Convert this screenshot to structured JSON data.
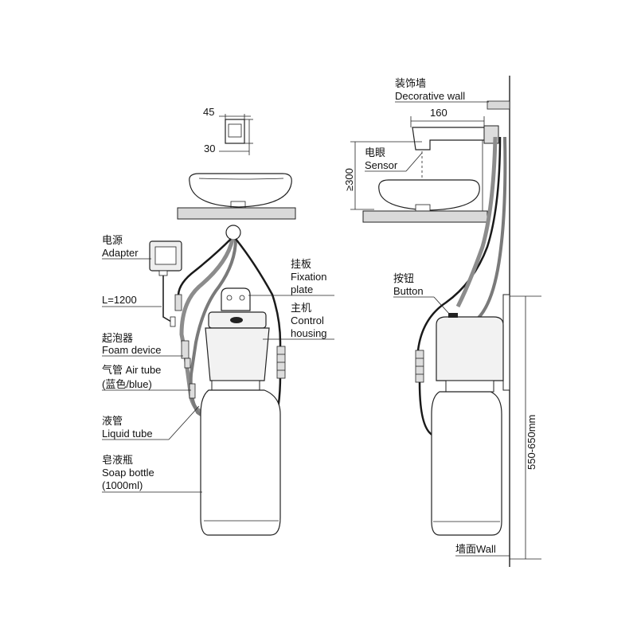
{
  "colors": {
    "ink": "#222222",
    "tube_gray": "#8c8c8c",
    "tube_dark": "#1a1a1a",
    "counter_fill": "#d9d9d9",
    "panel_fill": "#f2f2f2"
  },
  "top_detail": {
    "dim_width": "45",
    "dim_height": "30"
  },
  "left_labels": {
    "adapter_cn": "电源",
    "adapter_en": "Adapter",
    "cable_length": "L=1200",
    "foam_cn": "起泡器",
    "foam_en": "Foam device",
    "air_tube_line1": "气管 Air tube",
    "air_tube_line2": "(蓝色/blue)",
    "liquid_cn": "液管",
    "liquid_en": "Liquid tube",
    "bottle_cn": "皂液瓶",
    "bottle_en": "Soap bottle",
    "bottle_cap": "(1000ml)",
    "plate_cn": "挂板",
    "plate_en1": "Fixation",
    "plate_en2": "plate",
    "housing_cn": "主机",
    "housing_en1": "Control",
    "housing_en2": "housing"
  },
  "right_labels": {
    "deco_cn": "装饰墙",
    "deco_en": "Decorative wall",
    "dim_spout": "160",
    "sensor_cn": "电眼",
    "sensor_en": "Sensor",
    "dim_height": "≥300",
    "button_cn": "按钮",
    "button_en": "Button",
    "dim_mount": "550-650mm",
    "wall": "墙面Wall"
  }
}
